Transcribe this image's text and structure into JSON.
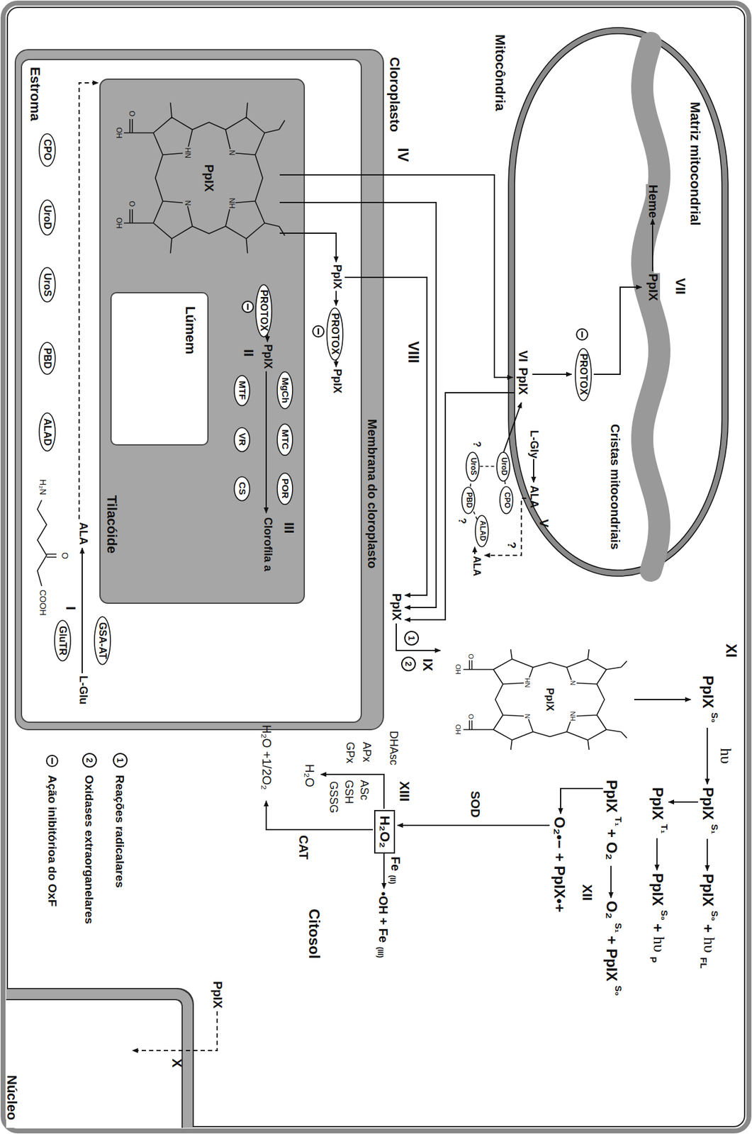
{
  "diagram": {
    "nodes": [
      {
        "text": [
          "Matriz mitocondrial",
          "Mitocôndria"
        ]
      },
      {
        "text": [
          "Cristas mitocondriais"
        ],
        "in": 0
      },
      {
        "text": [
          "PROTOX"
        ],
        "in": 0
      },
      {
        "text": [
          "Cloroplasto",
          "Membrana do cloroplasto"
        ]
      },
      {
        "text": [
          "Estroma"
        ],
        "in": 3
      },
      {
        "text": [
          "Tilacóide"
        ],
        "in": 4
      },
      {
        "text": [
          "Lúmem"
        ],
        "in": 5
      },
      {
        "text": [
          "PROTOX"
        ],
        "in": 4
      },
      {
        "text": [
          "PROTOX"
        ],
        "in": 5
      },
      {
        "text": [
          "MgCh"
        ],
        "in": 5
      },
      {
        "text": [
          "MTC"
        ],
        "in": 5
      },
      {
        "text": [
          "POR"
        ],
        "in": 5
      },
      {
        "text": [
          "MTF"
        ],
        "in": 5
      },
      {
        "text": [
          "VR"
        ],
        "in": 5
      },
      {
        "text": [
          "CS"
        ],
        "in": 5
      },
      {
        "text": [
          "CPO"
        ],
        "in": 4
      },
      {
        "text": [
          "UroD"
        ],
        "in": 4
      },
      {
        "text": [
          "UroS"
        ],
        "in": 4
      },
      {
        "text": [
          "PBD"
        ],
        "in": 4
      },
      {
        "text": [
          "ALAD"
        ],
        "in": 4
      },
      {
        "text": [
          "GluTR"
        ],
        "in": 4
      },
      {
        "text": [
          "GSA-AT"
        ],
        "in": 4
      },
      {
        "text": [
          "UroD"
        ]
      },
      {
        "text": [
          "CPO"
        ]
      },
      {
        "text": [
          "UroS"
        ]
      },
      {
        "text": [
          "PBD"
        ]
      },
      {
        "text": [
          "ALAD"
        ]
      },
      {
        "text": [
          "H₂O₂"
        ]
      },
      {
        "text": [
          "Núcleo"
        ]
      }
    ],
    "edges": [
      {
        "from": 26,
        "to": 25,
        "arrow": "none"
      },
      {
        "from": 25,
        "to": 24,
        "arrow": "none"
      },
      {
        "from": 24,
        "to": 22,
        "arrow": "none"
      },
      {
        "from": 22,
        "to": 23,
        "arrow": "none"
      }
    ],
    "labels": [
      "Heme",
      "PpIX",
      "VII",
      "VI",
      "PpIX",
      "L-Gly",
      "ALA",
      "V",
      "?",
      "ALA",
      "?",
      "?",
      "IV",
      "VIII",
      "PpIX",
      "PpIX",
      "PpIX",
      "II",
      "III",
      "Clorofila a",
      "ALA",
      "H₂N",
      "O",
      "COOH",
      "I",
      "L-Glu",
      "PpIX",
      "IX",
      "1",
      "2",
      "PpIX",
      "N",
      "NH",
      "N",
      "HN",
      "O",
      "OH",
      "O",
      "OH",
      "PpIX",
      "N",
      "NH",
      "N",
      "HN",
      "O",
      "OH",
      "O",
      "OH",
      "XI",
      "PpIX",
      "S₀",
      "hυ",
      "PpIX",
      "S₁",
      "PpIX",
      "S₀",
      "+",
      "hυ",
      "FL",
      "PpIX",
      "T₁",
      "PpIX",
      "S₀",
      "+",
      "hυ",
      "P",
      "PpIX",
      "T₁",
      "+",
      "O₂",
      "O₂",
      "S₁",
      "+",
      "PpIX",
      "S₀",
      "XII",
      "O₂•−",
      "+",
      "PpIX•+",
      "SOD",
      "XIII",
      "ASc",
      "APx",
      "DHAsc",
      "GPx",
      "GSH",
      "GSSG",
      "H₂O",
      "CAT",
      "H₂O +1/2O₂",
      "Fe",
      "(II)",
      "•OH + Fe",
      "(III)",
      "Citosol",
      "PpIX",
      "X",
      "1",
      "2"
    ],
    "legend": [
      {
        "text": "Reações radicalares"
      },
      {
        "text": "Oxidases extraorganelares"
      },
      {
        "text": "Ação inibitórioa do OxF"
      }
    ]
  }
}
